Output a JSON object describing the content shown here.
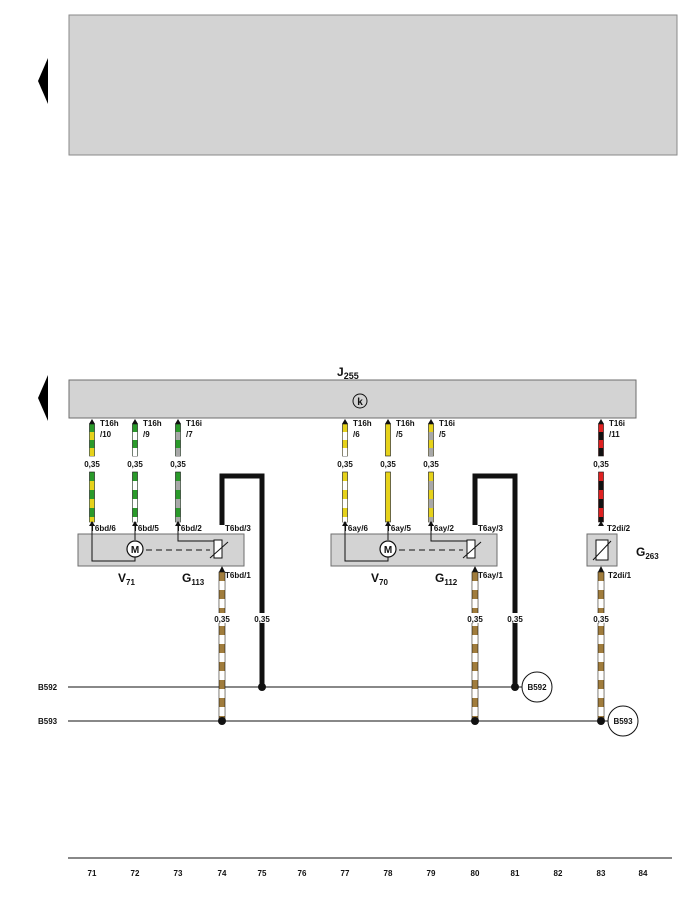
{
  "control_unit": {
    "name": "J",
    "sub": "255",
    "symbol": "k"
  },
  "wires": [
    {
      "id": "w71",
      "column": "71",
      "pin_top": "T16h",
      "pin_top_num": "/10",
      "gauge": "0,35",
      "colors": [
        "#2a9a2a",
        "#e6d21a"
      ],
      "pin_bottom": "T6bd/6"
    },
    {
      "id": "w72",
      "column": "72",
      "pin_top": "T16h",
      "pin_top_num": "/9",
      "gauge": "0,35",
      "colors": [
        "#2a9a2a",
        "#ffffff"
      ],
      "pin_bottom": "T6bd/5"
    },
    {
      "id": "w73",
      "column": "73",
      "pin_top": "T16i",
      "pin_top_num": "/7",
      "gauge": "0,35",
      "colors": [
        "#2a9a2a",
        "#a8a8a8"
      ],
      "pin_bottom": "T6bd/2"
    },
    {
      "id": "w77",
      "column": "77",
      "pin_top": "T16h",
      "pin_top_num": "/6",
      "gauge": "0,35",
      "colors": [
        "#e6d21a",
        "#ffffff"
      ],
      "pin_bottom": "T6ay/6"
    },
    {
      "id": "w78",
      "column": "78",
      "pin_top": "T16h",
      "pin_top_num": "/5",
      "gauge": "0,35",
      "colors": [
        "#e6d21a",
        "#e6d21a"
      ],
      "pin_bottom": "T6ay/5"
    },
    {
      "id": "w79",
      "column": "79",
      "pin_top": "T16i",
      "pin_top_num": "/5",
      "gauge": "0,35",
      "colors": [
        "#e6d21a",
        "#a8a8a8"
      ],
      "pin_bottom": "T6ay/2"
    },
    {
      "id": "w83",
      "column": "83",
      "pin_top": "T16i",
      "pin_top_num": "/11",
      "gauge": "0,35",
      "colors": [
        "#e02020",
        "#111111"
      ],
      "pin_bottom": "T2di/2"
    }
  ],
  "components": [
    {
      "id": "V71",
      "name": "V",
      "sub": "71",
      "motor_symbol": "M"
    },
    {
      "id": "G113",
      "name": "G",
      "sub": "113",
      "pin_top": "T6bd/3",
      "pin_bottom": "T6bd/1"
    },
    {
      "id": "V70",
      "name": "V",
      "sub": "70",
      "motor_symbol": "M"
    },
    {
      "id": "G112",
      "name": "G",
      "sub": "112",
      "pin_top": "T6ay/3",
      "pin_bottom": "T6ay/1"
    },
    {
      "id": "G263",
      "name": "G",
      "sub": "263",
      "pin_bottom": "T2di/1"
    }
  ],
  "ground_wires": [
    {
      "id": "g74",
      "column": "74",
      "gauge": "0,35",
      "colors": [
        "#a07c3c",
        "#ffffff"
      ]
    },
    {
      "id": "g75",
      "column": "75",
      "gauge": "0,35",
      "colors": [
        "#111111",
        "#111111"
      ]
    },
    {
      "id": "g80",
      "column": "80",
      "gauge": "0,35",
      "colors": [
        "#a07c3c",
        "#ffffff"
      ]
    },
    {
      "id": "g81",
      "column": "81",
      "gauge": "0,35",
      "colors": [
        "#111111",
        "#111111"
      ]
    },
    {
      "id": "g83",
      "column": "83",
      "gauge": "0,35",
      "colors": [
        "#a07c3c",
        "#ffffff"
      ]
    }
  ],
  "bus_lines": [
    {
      "id": "B592",
      "label": "B592",
      "connector": "B592"
    },
    {
      "id": "B593",
      "label": "B593",
      "connector": "B593"
    }
  ],
  "column_numbers": [
    "71",
    "72",
    "73",
    "74",
    "75",
    "76",
    "77",
    "78",
    "79",
    "80",
    "81",
    "82",
    "83",
    "84"
  ]
}
